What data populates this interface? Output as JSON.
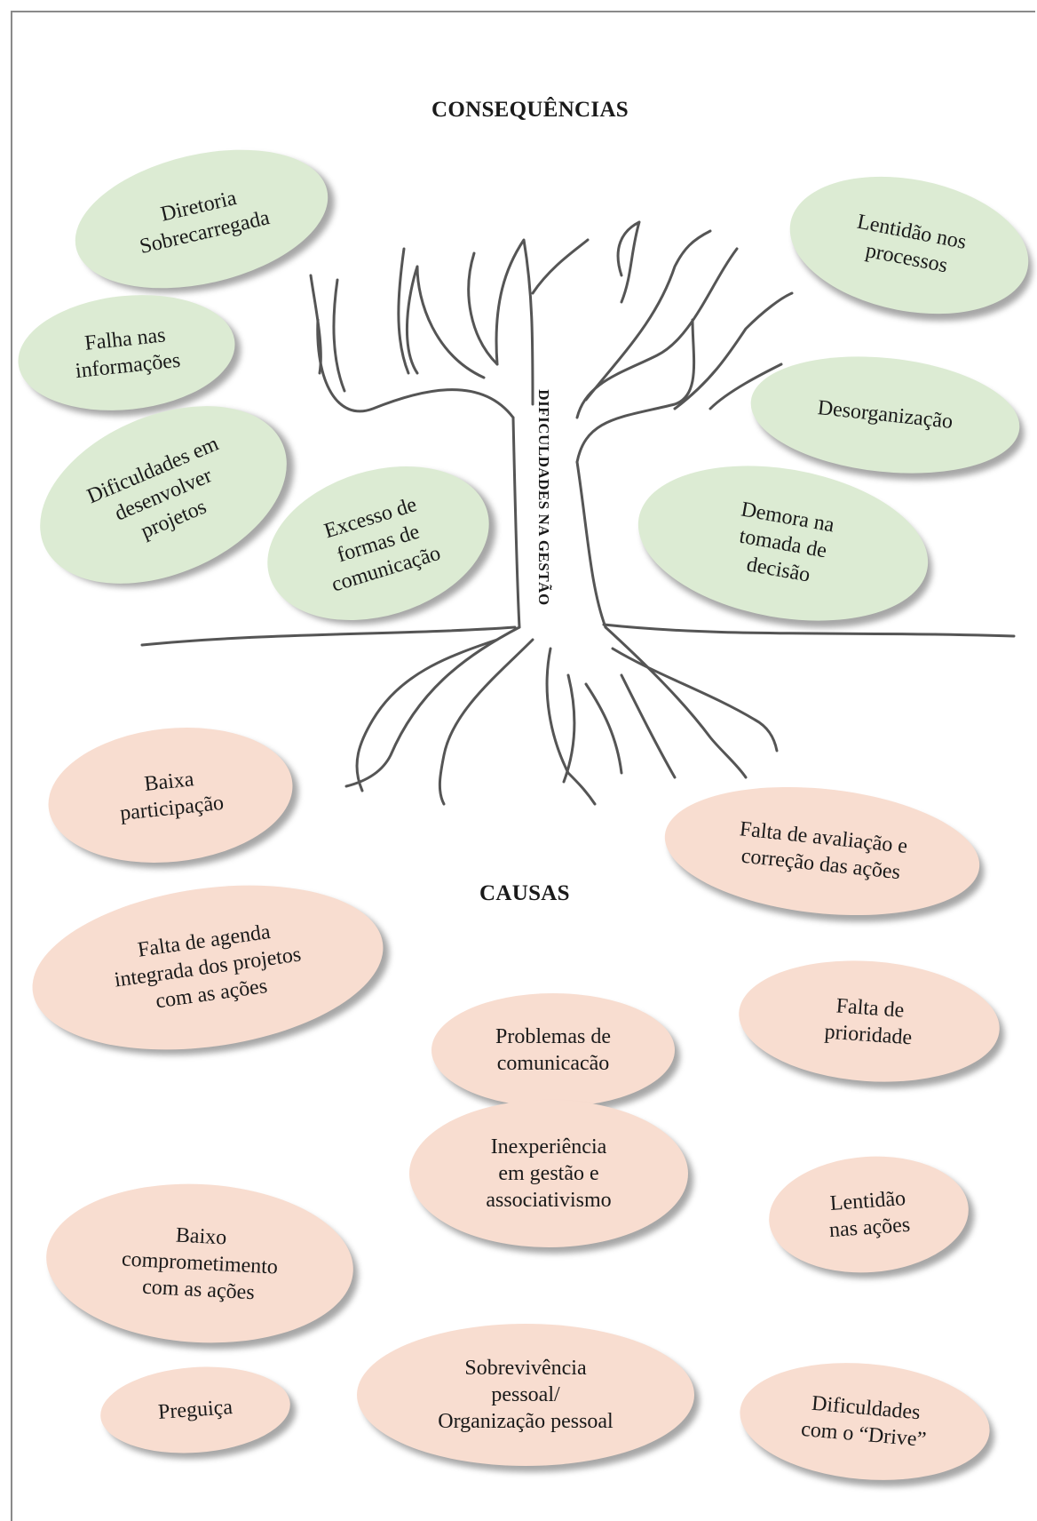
{
  "headings": {
    "consequences": "CONSEQUÊNCIAS",
    "causes": "CAUSAS",
    "trunk": "DIFICULDADES NA GESTÃO"
  },
  "consequences": [
    {
      "id": "diretoria",
      "label": "Diretoria\nSobrecarregada"
    },
    {
      "id": "lentidao-processos",
      "label": "Lentidão nos\nprocessos"
    },
    {
      "id": "falha-informacoes",
      "label": "Falha nas\ninformações"
    },
    {
      "id": "desorganizacao",
      "label": "Desorganização"
    },
    {
      "id": "dificuldades-projetos",
      "label": "Dificuldades em\ndesenvolver\nprojetos"
    },
    {
      "id": "excesso-comunicacao",
      "label": "Excesso de\nformas de\ncomunicação"
    },
    {
      "id": "demora-decisao",
      "label": "Demora na\ntomada de\ndecisão"
    }
  ],
  "causes": [
    {
      "id": "baixa-participacao",
      "label": "Baixa\nparticipação"
    },
    {
      "id": "falta-avaliacao",
      "label": "Falta de avaliação e\ncorreção das ações"
    },
    {
      "id": "falta-agenda",
      "label": "Falta de agenda\nintegrada dos projetos\ncom as ações"
    },
    {
      "id": "problemas-comunicacao",
      "label": "Problemas de\ncomunicacão"
    },
    {
      "id": "falta-prioridade",
      "label": "Falta de\nprioridade"
    },
    {
      "id": "inexperiencia",
      "label": "Inexperiência\nem gestão e\nassociativismo"
    },
    {
      "id": "lentidao-acoes",
      "label": "Lentidão\nnas ações"
    },
    {
      "id": "baixo-comprometimento",
      "label": "Baixo\ncomprometimento\ncom as ações"
    },
    {
      "id": "preguica",
      "label": "Preguiça"
    },
    {
      "id": "sobrevivencia",
      "label": "Sobrevivência\npessoal/\nOrganização pessoal"
    },
    {
      "id": "dificuldades-drive",
      "label": "Dificuldades\ncom o “Drive”"
    }
  ],
  "colors": {
    "consequence_fill": "#dcebd3",
    "cause_fill": "#f8ddd0",
    "tree_stroke": "#555555"
  }
}
